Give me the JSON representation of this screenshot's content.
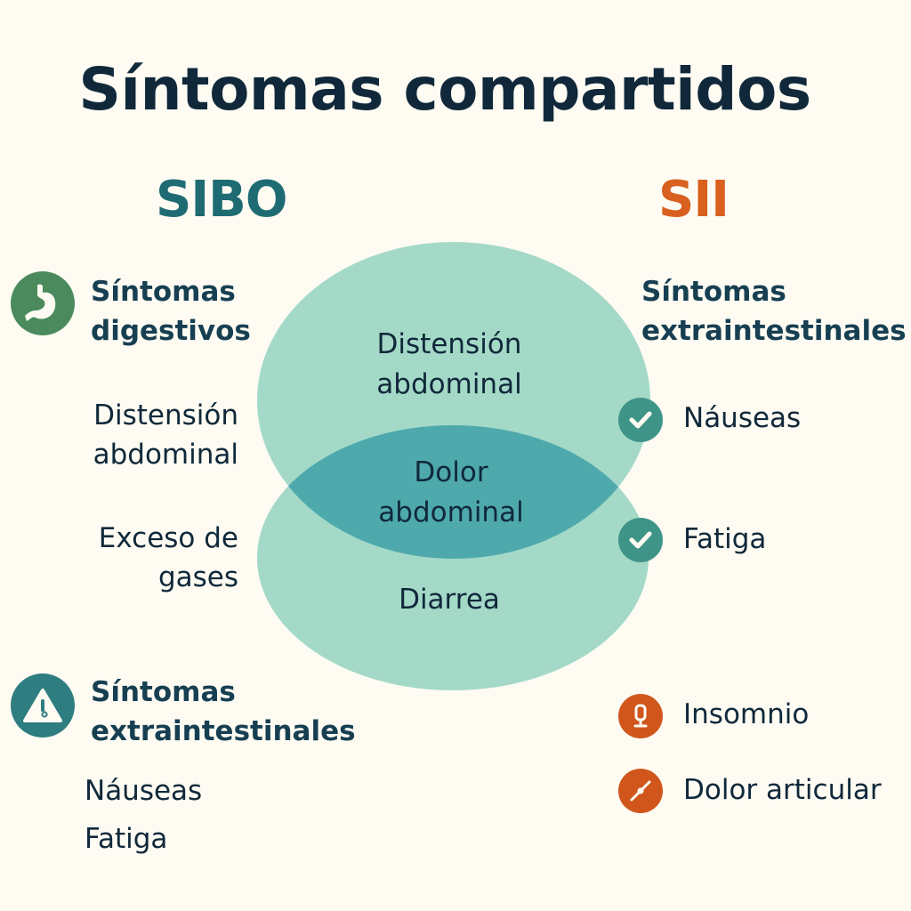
{
  "title": "Síntomas compartidos",
  "columns": {
    "left": {
      "label": "SIBO",
      "color": "#1e6b73"
    },
    "right": {
      "label": "SII",
      "color": "#d9601e"
    }
  },
  "left_panel": {
    "digestive": {
      "heading_line1": "Síntomas",
      "heading_line2": "digestivos",
      "icon": "stomach-icon",
      "icon_color": "#4a8a5c",
      "items": [
        {
          "line1": "Distensión",
          "line2": "abdominal"
        },
        {
          "line1": "Exceso de",
          "line2": "gases"
        }
      ]
    },
    "extraintestinal": {
      "heading_line1": "Síntomas",
      "heading_line2": "extraintestinales",
      "icon": "warning-icon",
      "icon_color": "#2e7d80",
      "items": [
        "Náuseas",
        "Fatiga"
      ]
    }
  },
  "venn": {
    "circle_color": "#a4d9c8",
    "overlap_color": "#4ea9ac",
    "top_region": {
      "line1": "Distensión",
      "line2": "abdominal"
    },
    "overlap_region": {
      "line1": "Dolor",
      "line2": "abdominal"
    },
    "bottom_region": {
      "line1": "Diarrea"
    }
  },
  "right_panel": {
    "extraintestinal": {
      "heading_line1": "Síntomas",
      "heading_line2": "extraintestinales",
      "items": [
        {
          "label": "Náuseas",
          "icon": "check-icon",
          "icon_color": "#3f9488"
        },
        {
          "label": "Fatiga",
          "icon": "check-icon",
          "icon_color": "#3f9488"
        },
        {
          "label": "Insomnio",
          "icon": "sleep-icon",
          "icon_color": "#d0561c"
        },
        {
          "label": "Dolor articular",
          "icon": "joint-icon",
          "icon_color": "#d0561c"
        }
      ]
    }
  }
}
